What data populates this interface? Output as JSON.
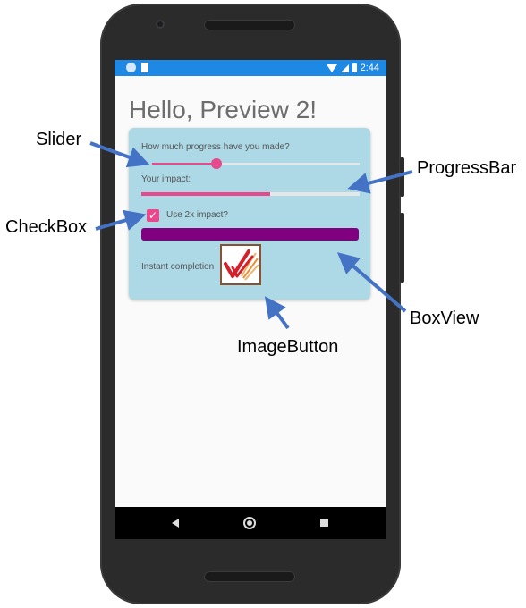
{
  "status_bar": {
    "time": "2:44"
  },
  "page_title": "Hello, Preview 2!",
  "card": {
    "slider_label": "How much progress have you made?",
    "slider_value": 0.31,
    "impact_label": "Your impact:",
    "progress_value": 0.59,
    "checkbox_checked": true,
    "checkbox_label": "Use 2x impact?",
    "boxview_color": "#800080",
    "instant_label": "Instant completion"
  },
  "colors": {
    "accent": "#e8488c",
    "card_bg": "#add8e6",
    "status_bar": "#1e88e5",
    "annotation_arrow": "#4472c4"
  },
  "annotations": {
    "slider": "Slider",
    "progressbar": "ProgressBar",
    "checkbox": "CheckBox",
    "boxview": "BoxView",
    "imagebutton": "ImageButton"
  },
  "icons": {
    "status_left": [
      "status-app-icon",
      "sd-card-icon"
    ],
    "status_right": [
      "wifi-icon",
      "signal-icon",
      "battery-icon"
    ],
    "image_button": "checkmark-logo-icon",
    "nav": [
      "back-icon",
      "home-icon",
      "recent-apps-icon"
    ]
  }
}
